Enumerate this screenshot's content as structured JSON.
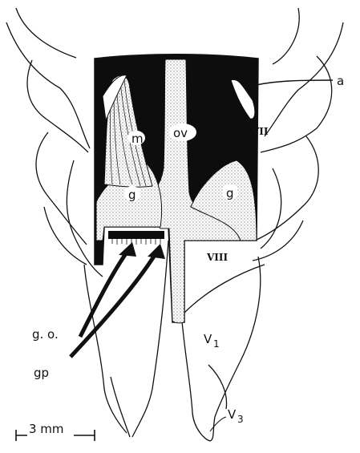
{
  "labels": {
    "a": "a",
    "m": "m",
    "ov": "ov",
    "g_left": "g",
    "g_right": "g",
    "seg7": "VII",
    "seg8": "VIII",
    "go": "g. o.",
    "gp": "gp",
    "v1_main": "V",
    "v1_sub": "1",
    "v3_main": "V",
    "v3_sub": "3"
  },
  "scale_bar": {
    "label": "3 mm"
  },
  "colors": {
    "ink": "#111111",
    "stipple": "#d8d8d8",
    "paper": "#ffffff"
  }
}
